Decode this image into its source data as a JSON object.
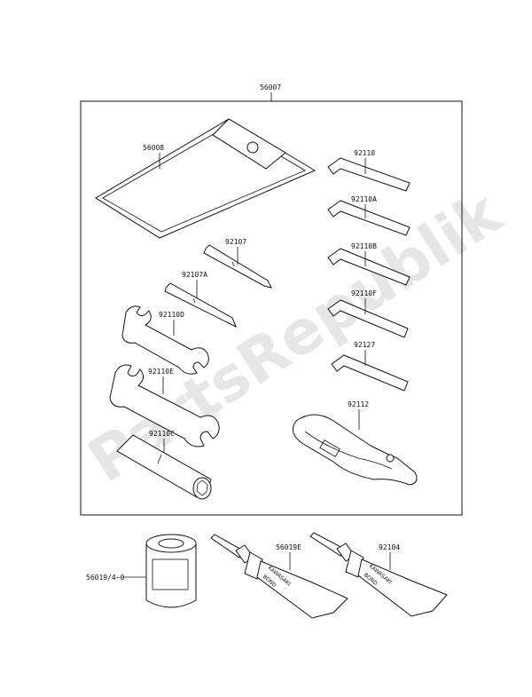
{
  "watermark": "PartsRepublik",
  "labels": {
    "kit": "56007",
    "pouch": "56008",
    "hex_1": "92110",
    "hex_2": "92110A",
    "hex_3": "92110B",
    "hex_4": "92110F",
    "hex_5": "92127",
    "screwdriver_1": "92107",
    "screwdriver_2": "92107A",
    "wrench_1": "92110D",
    "wrench_2": "92110E",
    "socket": "92110C",
    "pliers": "92112",
    "filter": "56019/4~0",
    "bond_1": "56019E",
    "bond_2": "92104"
  },
  "tube_text": {
    "brand": "KAWASAKI",
    "product": "BOND"
  }
}
